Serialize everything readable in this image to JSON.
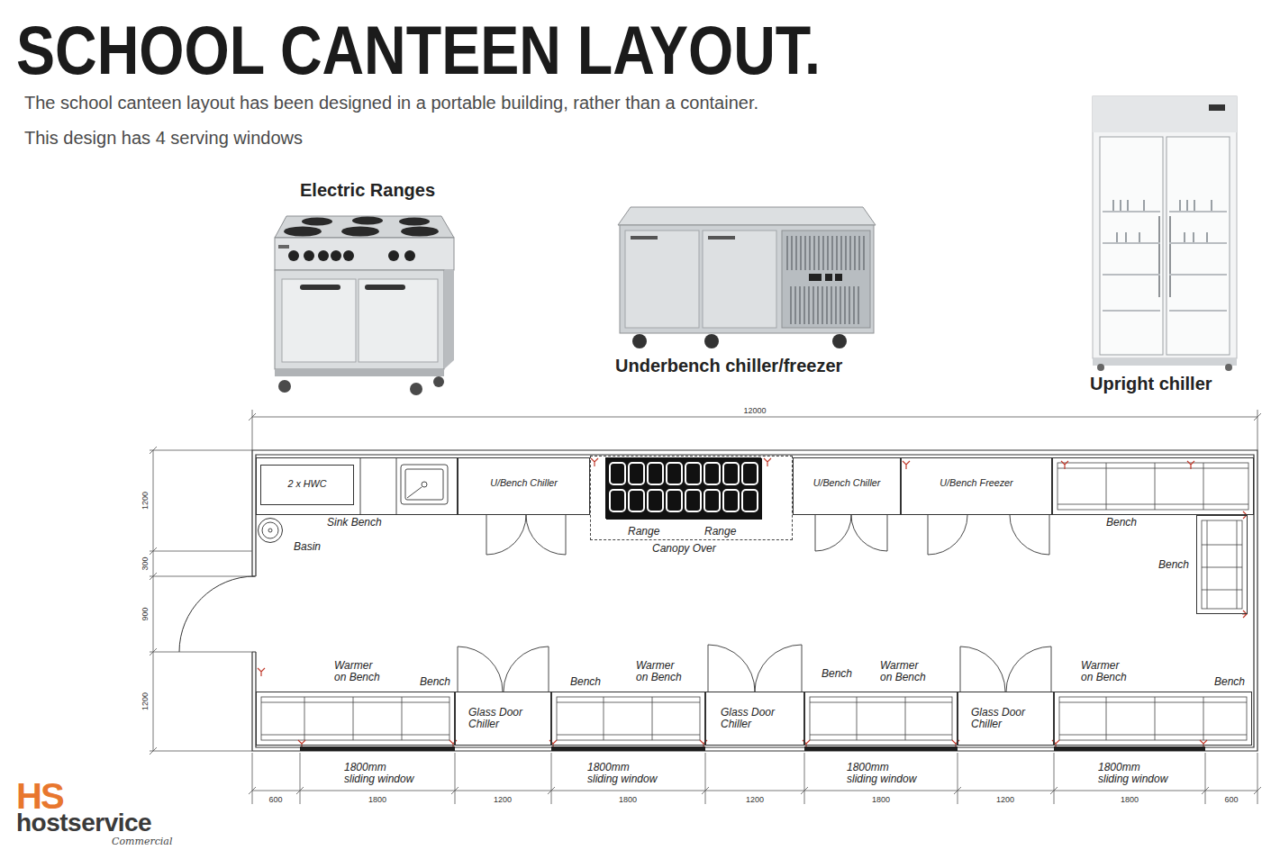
{
  "diagram": {
    "title": "SCHOOL CANTEEN LAYOUT.",
    "nodes": [
      {
        "text": [
          "Sink Bench"
        ]
      },
      {
        "text": [
          "2 x HWC"
        ],
        "in": 0
      },
      {
        "text": [
          "U/Bench Chiller"
        ]
      },
      {
        "text": [
          "Canopy Over"
        ]
      },
      {
        "text": [
          "Range"
        ],
        "in": 3
      },
      {
        "text": [
          "Range"
        ],
        "in": 3
      },
      {
        "text": [
          "U/Bench Chiller"
        ]
      },
      {
        "text": [
          "U/Bench Freezer"
        ]
      },
      {
        "text": [
          "Bench"
        ]
      },
      {
        "text": [
          "Bench"
        ]
      },
      {
        "text": [
          "Basin"
        ]
      },
      {
        "text": [
          "Warmer on Bench",
          "Bench"
        ]
      },
      {
        "text": [
          "Glass Door Chiller"
        ]
      },
      {
        "text": [
          "Bench",
          "Warmer on Bench"
        ]
      },
      {
        "text": [
          "Glass Door Chiller"
        ]
      },
      {
        "text": [
          "Bench",
          "Warmer on Bench"
        ]
      },
      {
        "text": [
          "Glass Door Chiller"
        ]
      },
      {
        "text": [
          "Warmer on Bench",
          "Bench"
        ]
      }
    ],
    "labels": [
      "The school canteen layout has been designed in a portable building, rather than a container.",
      "This design has 4 serving windows",
      "Electric Ranges",
      "Underbench chiller/freezer",
      "Upright chiller",
      "12000",
      "1200",
      "300",
      "900",
      "1200",
      "1800mm sliding window",
      "1800mm sliding window",
      "1800mm sliding window",
      "1800mm sliding window",
      "600",
      "1800",
      "1200",
      "1800",
      "1200",
      "1800",
      "1200",
      "1800",
      "600",
      "HS",
      "hostservice",
      "Commercial"
    ]
  }
}
